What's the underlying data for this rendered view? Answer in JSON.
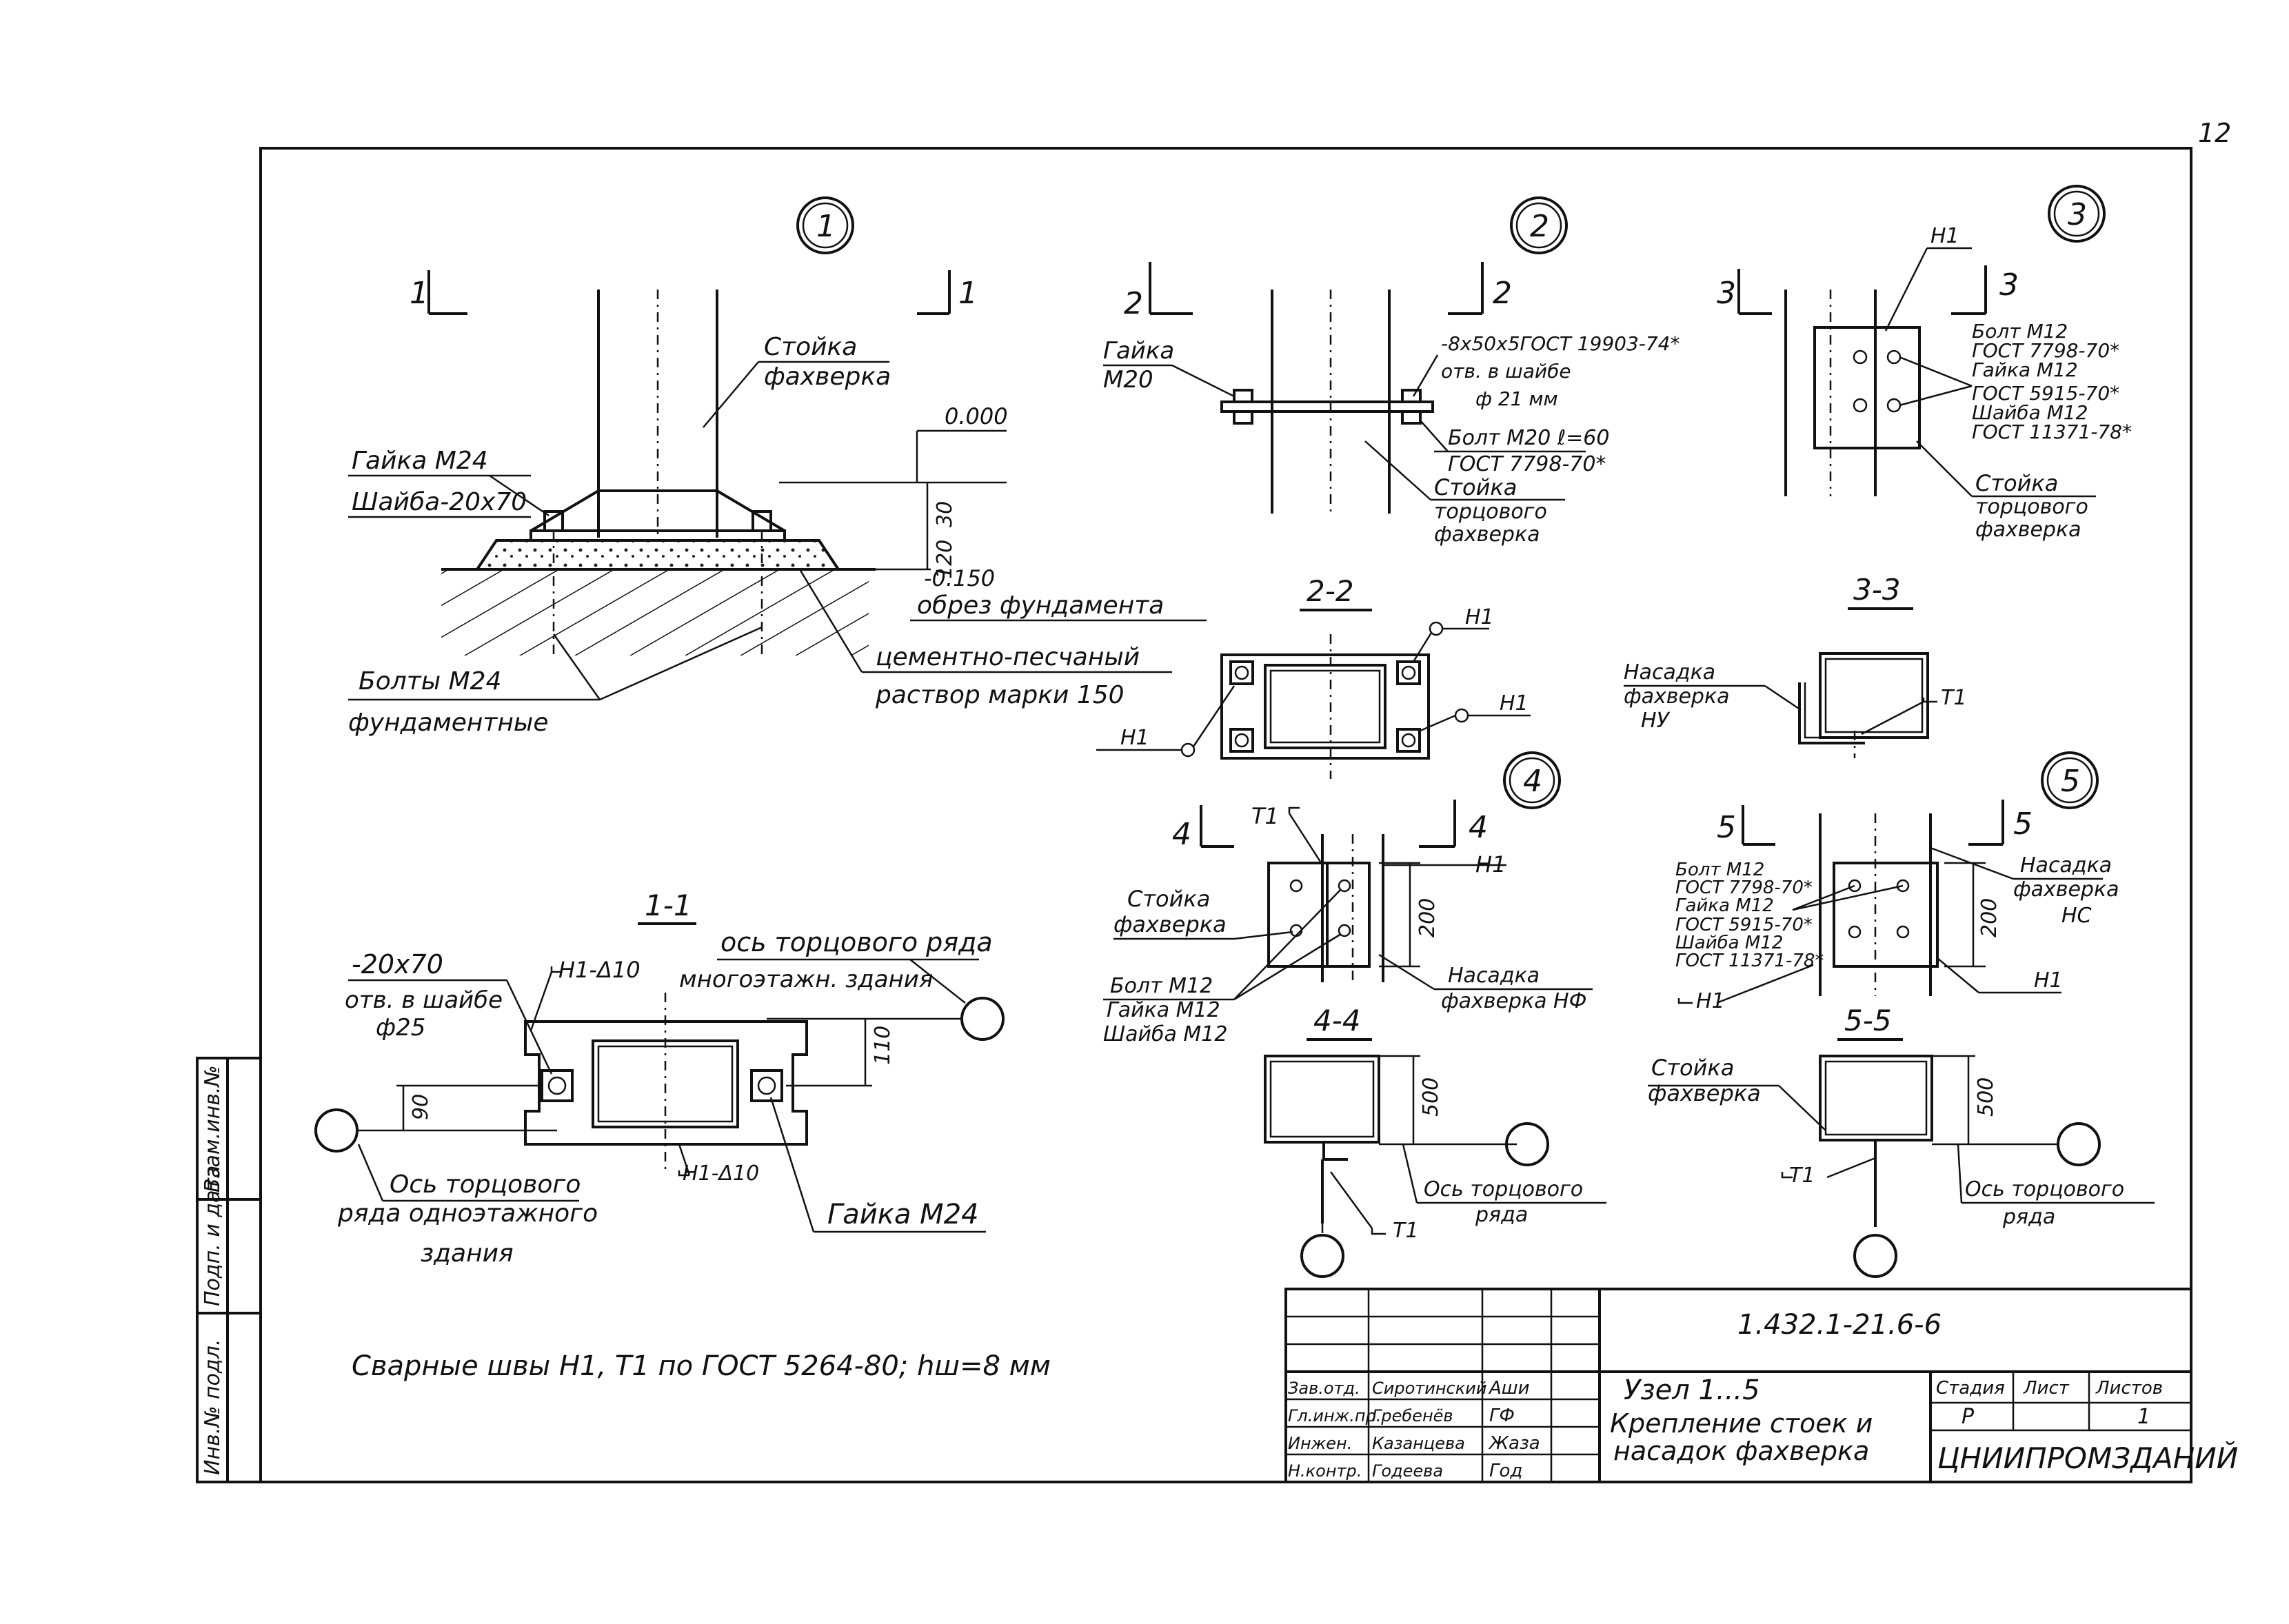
{
  "sheet": {
    "page_number": "12"
  },
  "side_stamp": {
    "inv_no": "Инв.№ подл.",
    "sign_date": "Подп. и дата",
    "replace_inv": "Взам.инв.№"
  },
  "node1": {
    "number": "1",
    "section_mark": "1",
    "stoyka": "Стойка",
    "stoyka2": "фахверка",
    "level_top": "0.000",
    "level_bottom": "-0.150",
    "dims_v": "30",
    "dims_v2": "120",
    "nut": "Гайка М24",
    "washer": "Шайба-20х70",
    "cut": "обрез фундамента",
    "mortar1": "цементно-песчаный",
    "mortar2": "раствор марки 150",
    "bolts1": "Болты М24",
    "bolts2": "фундаментные"
  },
  "node2": {
    "number": "2",
    "section_mark": "2",
    "nut1": "Гайка",
    "nut2": "М20",
    "plate1": "-8х50х5ГОСТ 19903-74*",
    "plate2": "отв. в шайбе",
    "plate3": "ф 21 мм",
    "bolt1": "Болт М20 ℓ=60",
    "bolt2": "ГОСТ 7798-70*",
    "stoyka1": "Стойка",
    "stoyka2": "торцового",
    "stoyka3": "фахверка"
  },
  "node3": {
    "number": "3",
    "section_mark": "3",
    "weld": "Н1",
    "bolt1": "Болт М12",
    "bolt2": "ГОСТ 7798-70*",
    "bolt3": "Гайка М12",
    "bolt4": "ГОСТ 5915-70*",
    "bolt5": "Шайба М12",
    "bolt6": "ГОСТ 11371-78*",
    "stoyka1": "Стойка",
    "stoyka2": "торцового",
    "stoyka3": "фахверка"
  },
  "sec22": {
    "title": "2-2",
    "w1": "Н1",
    "w2": "Н1",
    "w3": "Н1"
  },
  "sec33": {
    "title": "3-3",
    "l1": "Насадка",
    "l2": "фахверка",
    "l3": "НУ",
    "weld": "Т1"
  },
  "node4": {
    "number": "4",
    "section_mark": "4",
    "t1": "Т1",
    "h1": "Н1",
    "dim": "200",
    "stoyka1": "Стойка",
    "stoyka2": "фахверка",
    "bolt1": "Болт М12",
    "bolt2": "Гайка М12",
    "bolt3": "Шайба М12",
    "nas1": "Насадка",
    "nas2": "фахверка НФ"
  },
  "sec44": {
    "title": "4-4",
    "dim": "500",
    "axis1": "Ось торцового",
    "axis2": "ряда",
    "weld": "Т1"
  },
  "node5": {
    "number": "5",
    "section_mark": "5",
    "b1": "Болт М12",
    "b2": "ГОСТ 7798-70*",
    "b3": "Гайка М12",
    "b4": "ГОСТ 5915-70*",
    "b5": "Шайба М12",
    "b6": "ГОСТ 11371-78*",
    "dim": "200",
    "nas1": "Насадка",
    "nas2": "фахверка",
    "nas3": "НС",
    "h1a": "Н1",
    "h1b": "Н1"
  },
  "sec55": {
    "title": "5-5",
    "dim": "500",
    "st1": "Стойка",
    "st2": "фахверка",
    "axis1": "Ось торцового",
    "axis2": "ряда",
    "weld": "Т1"
  },
  "sec11": {
    "title": "1-1",
    "plate": "-20х70",
    "hole1": "отв. в шайбе",
    "hole2": "ф25",
    "weld_top": "Н1-Δ10",
    "weld_bot": "Н1-Δ10",
    "axis_top1": "ось торцового ряда",
    "axis_top2": "многоэтажн. здания",
    "axis_bot1": "Ось торцового",
    "axis_bot2": "ряда одноэтажного",
    "axis_bot3": "здания",
    "dim1": "110",
    "dim2": "90",
    "nut": "Гайка М24"
  },
  "note": "Сварные швы Н1, Т1 по ГОСТ 5264-80; hш=8 мм",
  "title_block": {
    "doc_code": "1.432.1-21.6-6",
    "title1": "Узел 1...5",
    "title2": "Крепление стоек и",
    "title3": "насадок фахверка",
    "stage_h": "Стадия",
    "sheet_h": "Лист",
    "sheets_h": "Листов",
    "stage": "Р",
    "sheets": "1",
    "org": "ЦНИИПРОМЗДАНИЙ",
    "rows": [
      {
        "role": "Зав.отд.",
        "name": "Сиротинский",
        "sign": "Аши"
      },
      {
        "role": "Гл.инж.пр.",
        "name": "Гребенёв",
        "sign": "ГФ"
      },
      {
        "role": "Инжен.",
        "name": "Казанцева",
        "sign": "Жаза"
      },
      {
        "role": "Н.контр.",
        "name": "Годеева",
        "sign": "Год"
      }
    ]
  }
}
